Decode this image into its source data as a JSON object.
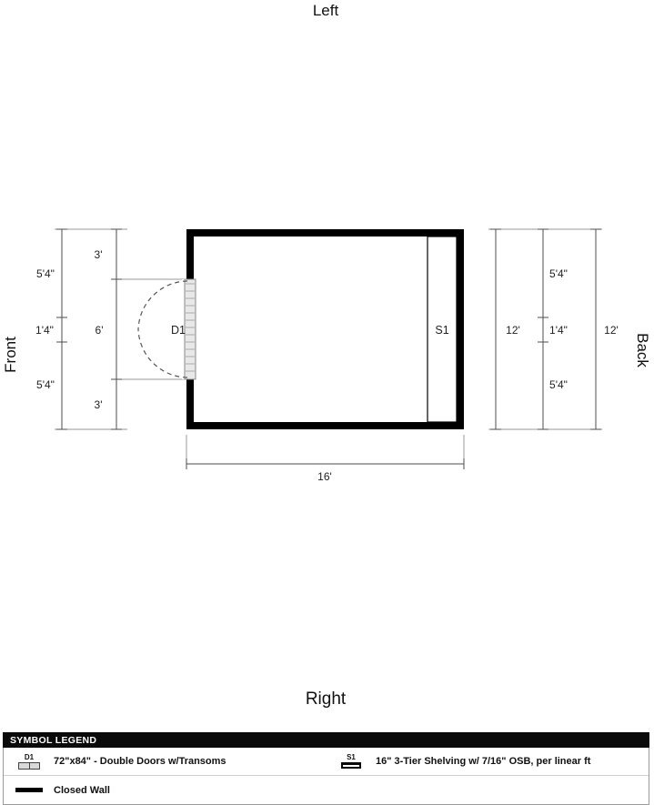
{
  "orientation_labels": {
    "top": "Left",
    "bottom": "Right",
    "left": "Front",
    "right": "Back"
  },
  "plan": {
    "door_label": "D1",
    "shelf_label": "S1",
    "dimensions": {
      "left_outer": [
        "5'4\"",
        "1'4\"",
        "5'4\""
      ],
      "left_inner": [
        "3'",
        "6'",
        "3'"
      ],
      "right_inner_total": "12'",
      "right_door": [
        "5'4\"",
        "1'4\"",
        "5'4\""
      ],
      "right_outer_total": "12'",
      "bottom_total": "16'"
    }
  },
  "legend": {
    "title": "SYMBOL LEGEND",
    "items": [
      {
        "symbol": "D1",
        "description": "72\"x84\" - Double Doors w/Transoms"
      },
      {
        "symbol": "S1",
        "description": "16\" 3-Tier Shelving w/ 7/16\" OSB, per linear ft"
      },
      {
        "symbol": "",
        "description": "Closed Wall"
      }
    ]
  },
  "colors": {
    "wall": "#000000",
    "dimension_line": "#4d4d4d",
    "extension_line": "#9a9a9a",
    "legend_header_bg": "#0a0a0a"
  }
}
